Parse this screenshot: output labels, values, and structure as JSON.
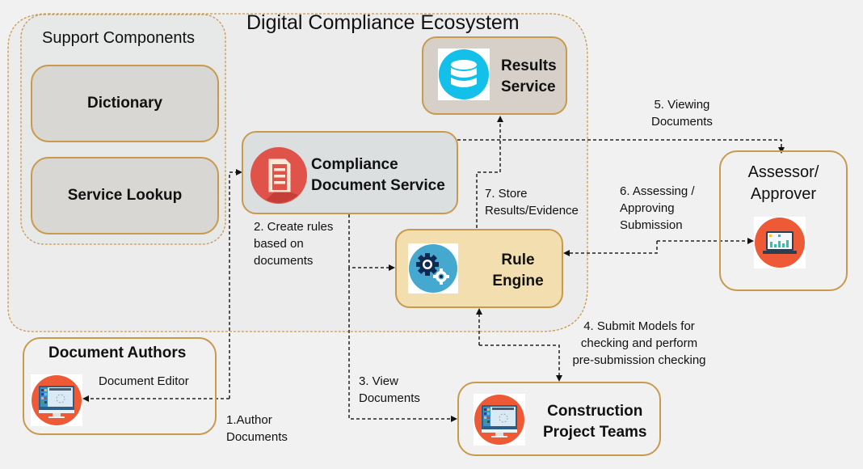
{
  "ecosystem": {
    "title": "Digital Compliance Ecosystem"
  },
  "support": {
    "title": "Support Components",
    "items": [
      {
        "label": "Dictionary"
      },
      {
        "label": "Service Lookup"
      }
    ]
  },
  "services": {
    "results": {
      "line1": "Results",
      "line2": "Service",
      "icon": "database-icon"
    },
    "compliance_doc": {
      "line1": "Compliance",
      "line2": "Document Service",
      "icon": "document-icon"
    },
    "rule_engine": {
      "line1": "Rule",
      "line2": "Engine",
      "icon": "gears-icon"
    }
  },
  "actors": {
    "document_authors": {
      "title": "Document Authors",
      "subtitle": "Document Editor",
      "icon": "desktop-editor-icon"
    },
    "assessor": {
      "line1": "Assessor/",
      "line2": "Approver",
      "icon": "laptop-dashboard-icon"
    },
    "construction": {
      "line1": "Construction",
      "line2": "Project Teams",
      "icon": "desktop-editor-icon"
    }
  },
  "flows": {
    "step1": {
      "line1": "1.Author",
      "line2": "Documents"
    },
    "step2": {
      "line1": "2. Create rules",
      "line2": "based on",
      "line3": "documents"
    },
    "step3": {
      "line1": "3. View",
      "line2": "Documents"
    },
    "step4": {
      "line1": "4. Submit Models for",
      "line2": "checking and perform",
      "line3": "pre-submission checking"
    },
    "step5": {
      "line1": "5. Viewing",
      "line2": "Documents"
    },
    "step6": {
      "line1": "6. Assessing /",
      "line2": "Approving",
      "line3": "Submission"
    },
    "step7": {
      "line1": "7. Store",
      "line2": "Results/Evidence"
    }
  },
  "colors": {
    "border_gold": "#c89a4e",
    "rule_engine_fill": "#f2deae",
    "results_fill": "#d6d0c9",
    "compliance_fill": "#dbdfe0",
    "support_fill": "#e7e8e8",
    "ecosystem_fill": "#ececec",
    "database_blue": "#12c0ea",
    "doc_red": "#e0534a",
    "gear_blue": "#45a9cf",
    "screen_orange": "#ef5a36"
  }
}
